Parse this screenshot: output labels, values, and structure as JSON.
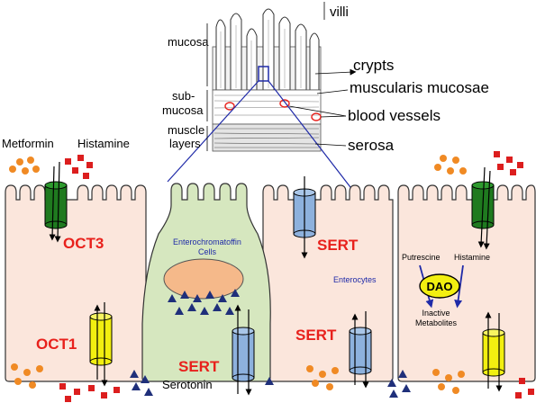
{
  "colors": {
    "enterocyte_fill": "#fbe6dc",
    "enteroendocrine_fill": "#d6e7bf",
    "nucleus_fill": "#f5b98a",
    "oct3_fill": "#1f7a1f",
    "oct1_fill": "#f2ef10",
    "sert_fill": "#8db1dd",
    "dao_fill": "#f2ef10",
    "metformin_dot": "#f08a24",
    "histamine_square": "#dc1e1e",
    "serotonin_triangle": "#1f2f7a",
    "label_red": "#e8211c",
    "label_blue": "#1f2aa8"
  },
  "inset": {
    "villi": "villi",
    "mucosa": "mucosa",
    "submucosa_line1": "sub-",
    "submucosa_line2": "mucosa",
    "muscle_line1": "muscle",
    "muscle_line2": "layers",
    "crypts": "crypts",
    "muscularis_mucosae": "muscularis mucosae",
    "blood_vessels": "blood vessels",
    "serosa": "serosa"
  },
  "cells": {
    "left": {
      "metformin": "Metformin",
      "histamine": "Histamine",
      "oct3": "OCT3",
      "oct1": "OCT1"
    },
    "ec": {
      "title_line1": "Enterochromatoffin",
      "title_line2": "Cells",
      "sert": "SERT",
      "serotonin": "Serotonin"
    },
    "middle": {
      "sert_top": "SERT",
      "enterocytes": "Enterocytes",
      "sert_bottom": "SERT"
    },
    "right": {
      "putrescine": "Putrescine",
      "histamine": "Histamine",
      "dao": "DAO",
      "inactive_line1": "Inactive",
      "inactive_line2": "Metabolites"
    }
  }
}
